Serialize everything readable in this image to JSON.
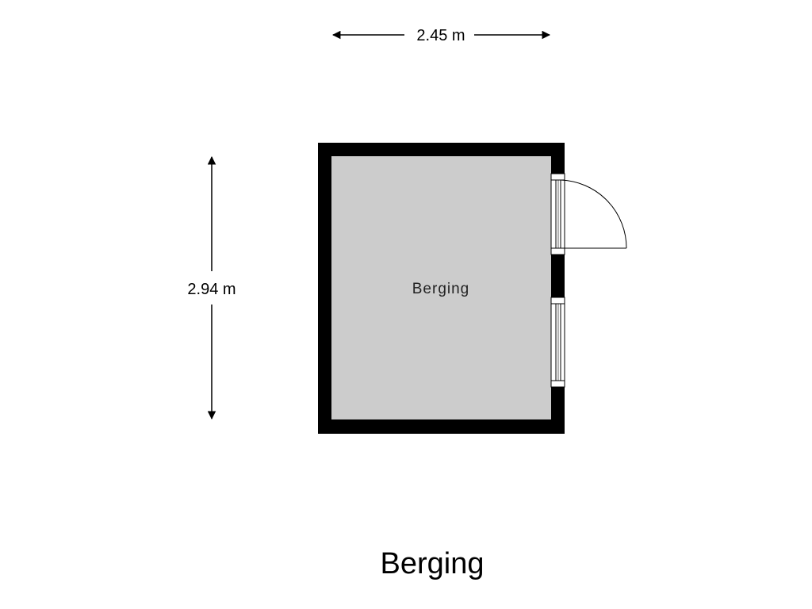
{
  "plan": {
    "title": "Berging",
    "room_label": "Berging",
    "width_label": "2.45 m",
    "height_label": "2.94 m"
  },
  "colors": {
    "wall": "#000000",
    "floor": "#cccccc",
    "background": "#ffffff",
    "line": "#000000"
  }
}
